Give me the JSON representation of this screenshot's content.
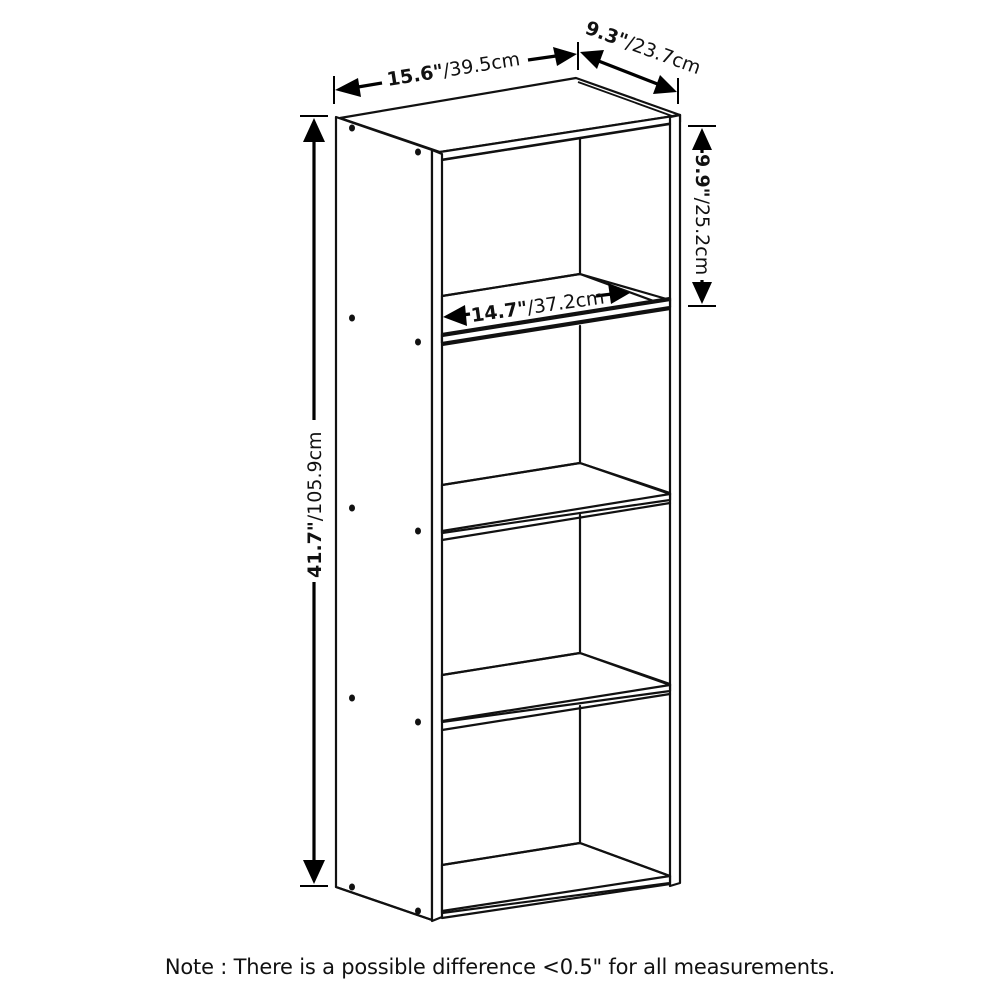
{
  "diagram": {
    "subject": "4-tier open bookcase",
    "shelves_count": 4,
    "colors": {
      "line": "#111111",
      "background": "#ffffff"
    },
    "dimensions": {
      "overall_width": {
        "inches": "15.6\"",
        "cm": "/39.5cm"
      },
      "depth": {
        "inches": "9.3\"",
        "cm": "/23.7cm"
      },
      "overall_height": {
        "inches": "41.7\"",
        "cm": "/105.9cm"
      },
      "shelf_spacing": {
        "inches": "9.9\"",
        "cm": "/25.2cm"
      },
      "inner_width": {
        "inches": "14.7\"",
        "cm": "/37.2cm"
      }
    }
  },
  "note": "Note : There is a possible difference <0.5\" for all measurements."
}
